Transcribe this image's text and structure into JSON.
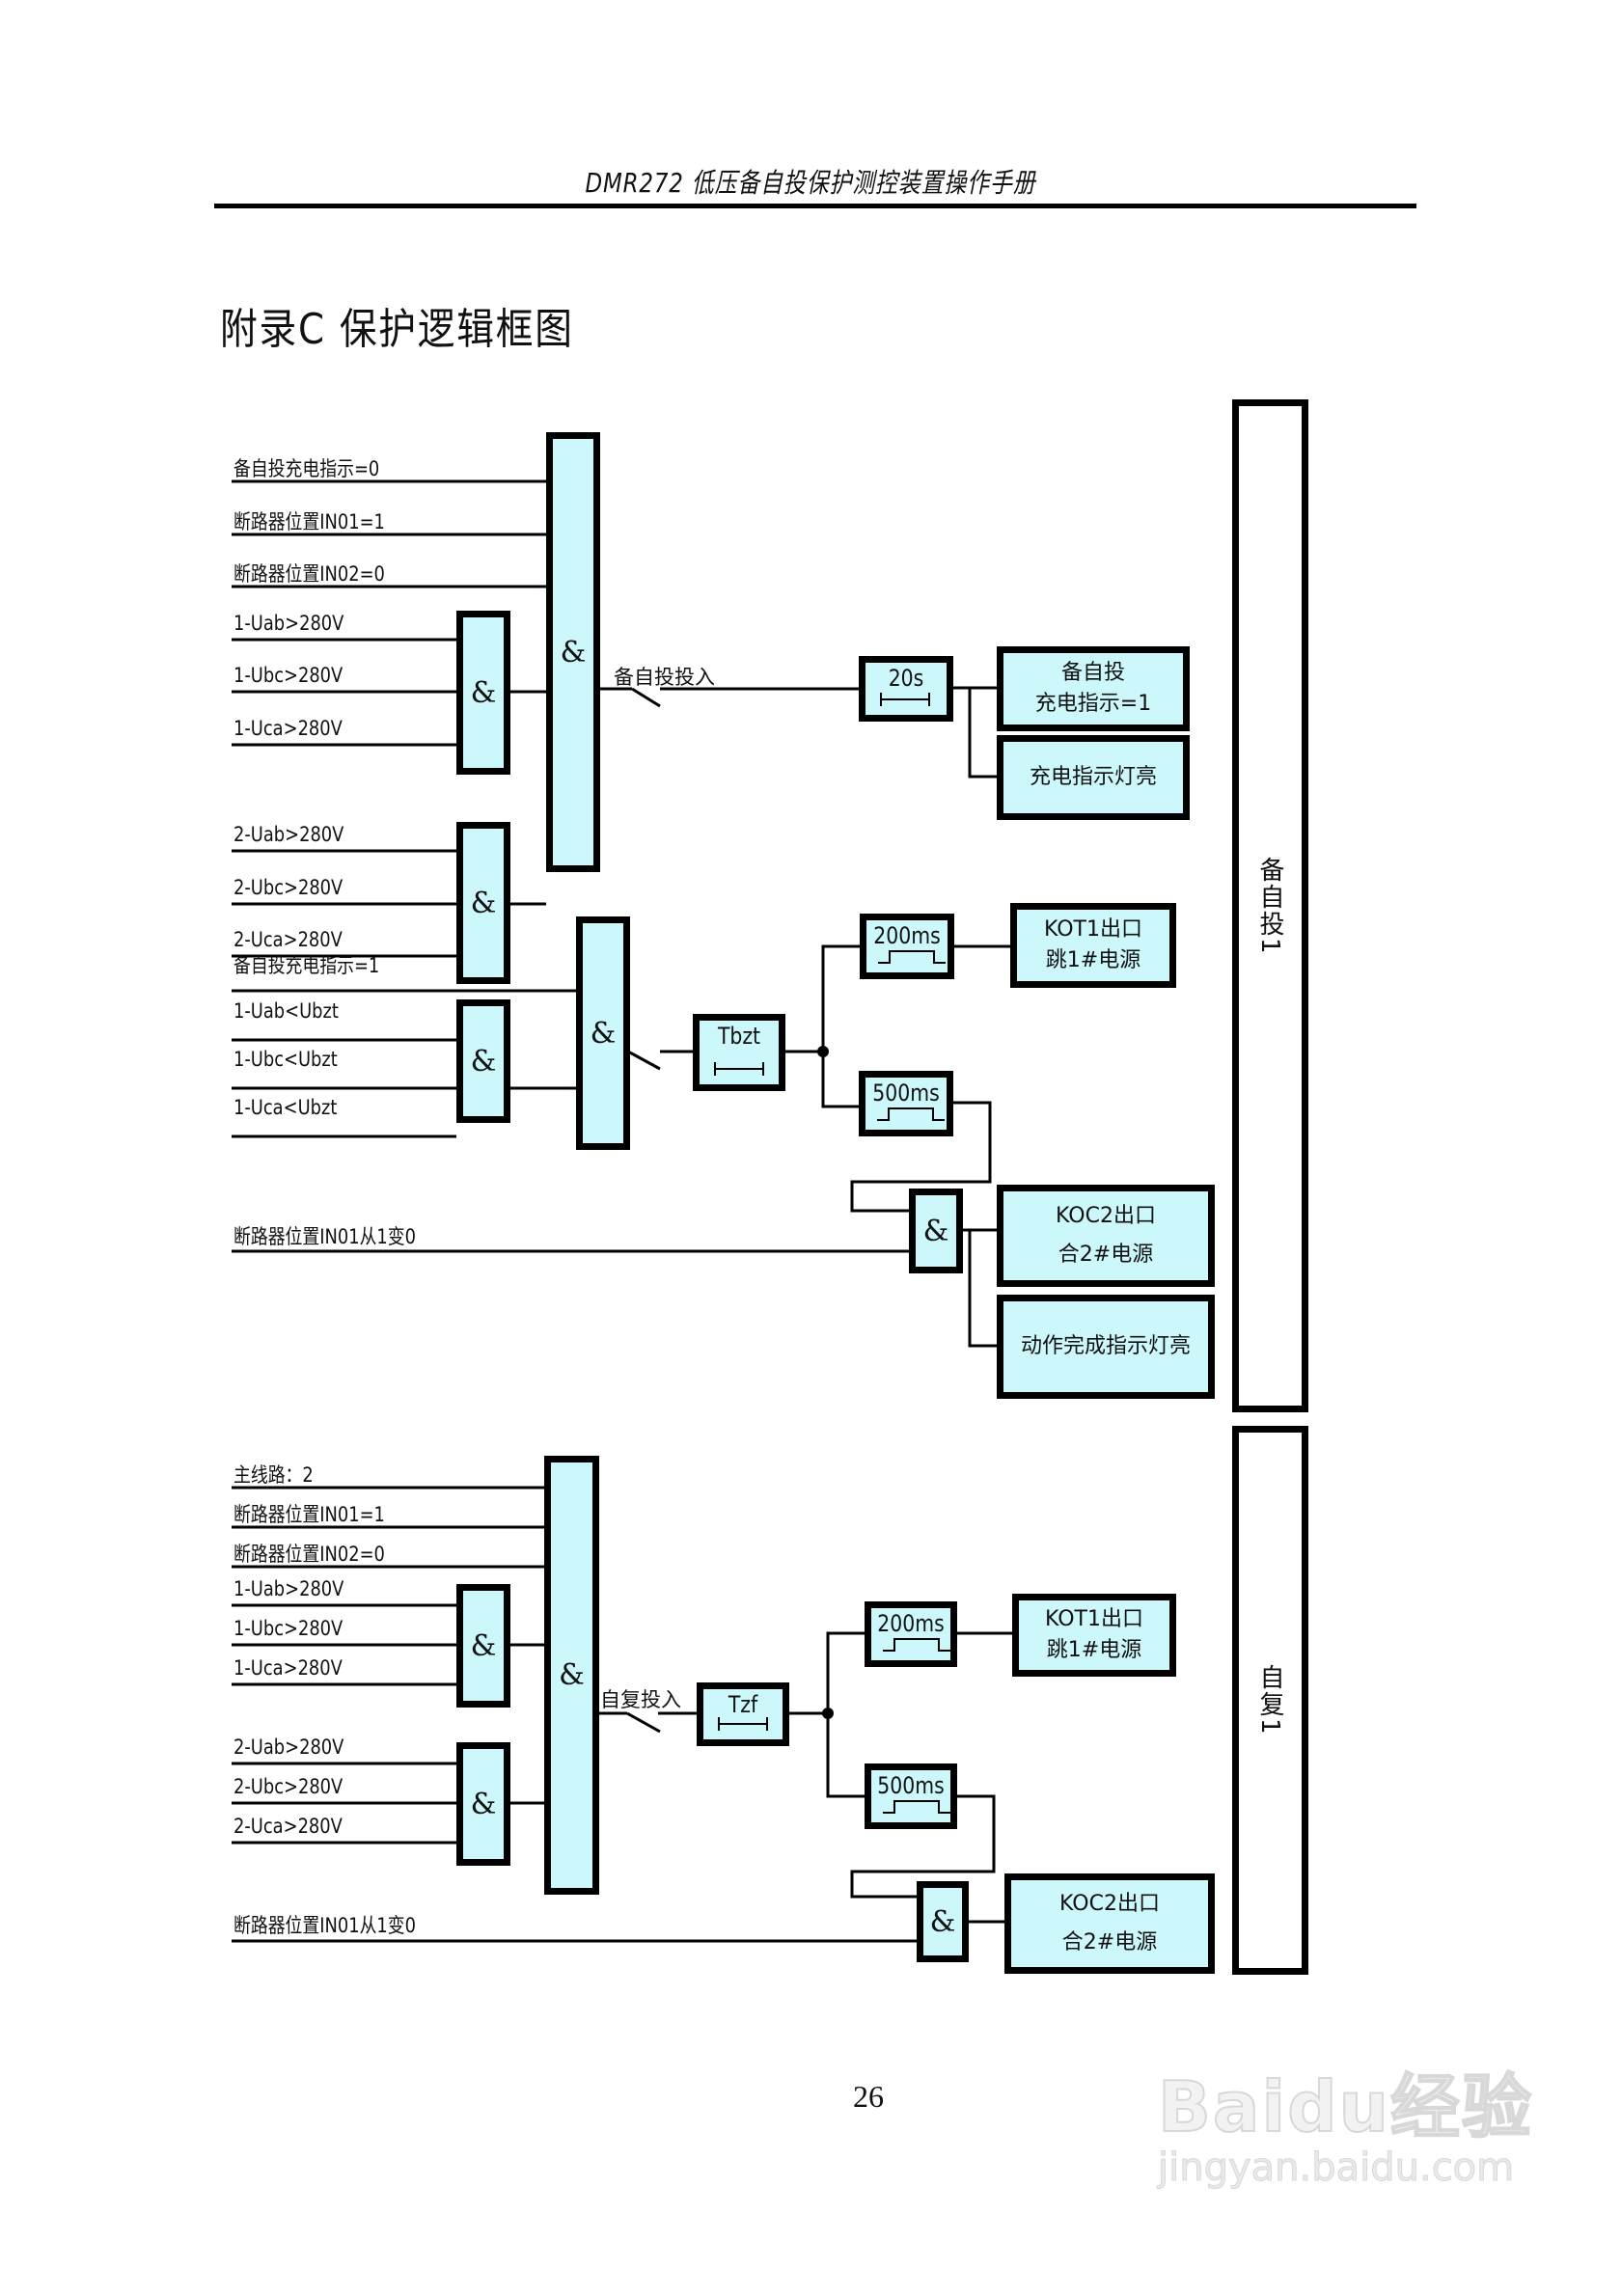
{
  "header": {
    "title": "DMR272 低压备自投保护测控装置操作手册"
  },
  "page_title": "附录C 保护逻辑框图",
  "gate_symbol": "&",
  "section1": {
    "inputs": [
      "备自投充电指示=0",
      "断路器位置IN01=1",
      "断路器位置IN02=0",
      "1-Uab>280V",
      "1-Ubc>280V",
      "1-Uca>280V",
      "2-Uab>280V",
      "2-Ubc>280V",
      "2-Uca>280V"
    ],
    "switch_label": "备自投投入",
    "timer": "20s",
    "outputs": [
      {
        "line1": "备自投",
        "line2": "充电指示=1"
      },
      {
        "line1": "充电指示灯亮",
        "line2": ""
      }
    ]
  },
  "section2": {
    "inputs": [
      "备自投充电指示=1",
      "1-Uab<Ubzt",
      "1-Ubc<Ubzt",
      "1-Uca<Ubzt",
      "断路器位置IN01从1变0"
    ],
    "timer": "Tbzt",
    "pulse1": "200ms",
    "pulse2": "500ms",
    "outputs": [
      {
        "line1": "KOT1出口",
        "line2": "跳1#电源"
      },
      {
        "line1": "KOC2出口",
        "line2": "合2#电源"
      },
      {
        "line1": "动作完成指示灯亮",
        "line2": ""
      }
    ]
  },
  "section3": {
    "inputs": [
      "主线路：2",
      "断路器位置IN01=1",
      "断路器位置IN02=0",
      "1-Uab>280V",
      "1-Ubc>280V",
      "1-Uca>280V",
      "2-Uab>280V",
      "2-Ubc>280V",
      "2-Uca>280V",
      "断路器位置IN01从1变0"
    ],
    "switch_label": "自复投入",
    "timer": "Tzf",
    "pulse1": "200ms",
    "pulse2": "500ms",
    "outputs": [
      {
        "line1": "KOT1出口",
        "line2": "跳1#电源"
      },
      {
        "line1": "KOC2出口",
        "line2": "合2#电源"
      }
    ]
  },
  "side_labels": [
    "备自投1",
    "自复1"
  ],
  "page_number": "26",
  "watermark": {
    "brand": "Baidu经验",
    "url": "jingyan.baidu.com"
  }
}
